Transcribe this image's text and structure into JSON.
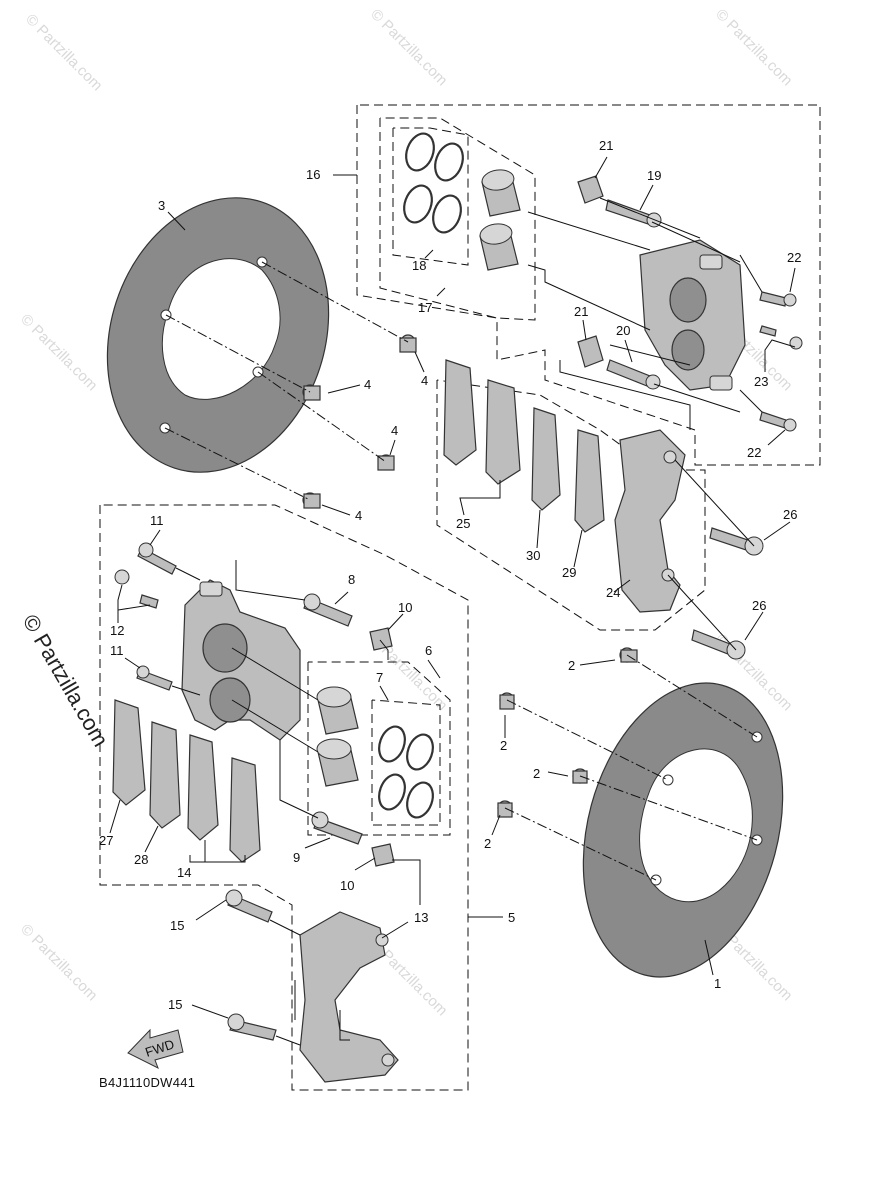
{
  "diagram_code": "B4J1110DW441",
  "fwd_label": "FWD",
  "watermark": {
    "main": "© Partzilla.com",
    "tile": "© Partzilla.com"
  },
  "callouts": {
    "c1": "1",
    "c2a": "2",
    "c2b": "2",
    "c2c": "2",
    "c2d": "2",
    "c3": "3",
    "c4a": "4",
    "c4b": "4",
    "c4c": "4",
    "c4d": "4",
    "c5": "5",
    "c6": "6",
    "c7": "7",
    "c8": "8",
    "c9": "9",
    "c10a": "10",
    "c10b": "10",
    "c11a": "11",
    "c11b": "11",
    "c12": "12",
    "c13": "13",
    "c14": "14",
    "c15a": "15",
    "c15b": "15",
    "c16": "16",
    "c17": "17",
    "c18": "18",
    "c19": "19",
    "c20": "20",
    "c21a": "21",
    "c21b": "21",
    "c22a": "22",
    "c22b": "22",
    "c23": "23",
    "c24": "24",
    "c25": "25",
    "c26a": "26",
    "c26b": "26",
    "c27": "27",
    "c28": "28",
    "c29": "29",
    "c30": "30"
  },
  "colors": {
    "line": "#111111",
    "part_fill": "#bdbdbd",
    "disc_fill": "#8a8a8a",
    "watermark": "#d9d9d9"
  }
}
